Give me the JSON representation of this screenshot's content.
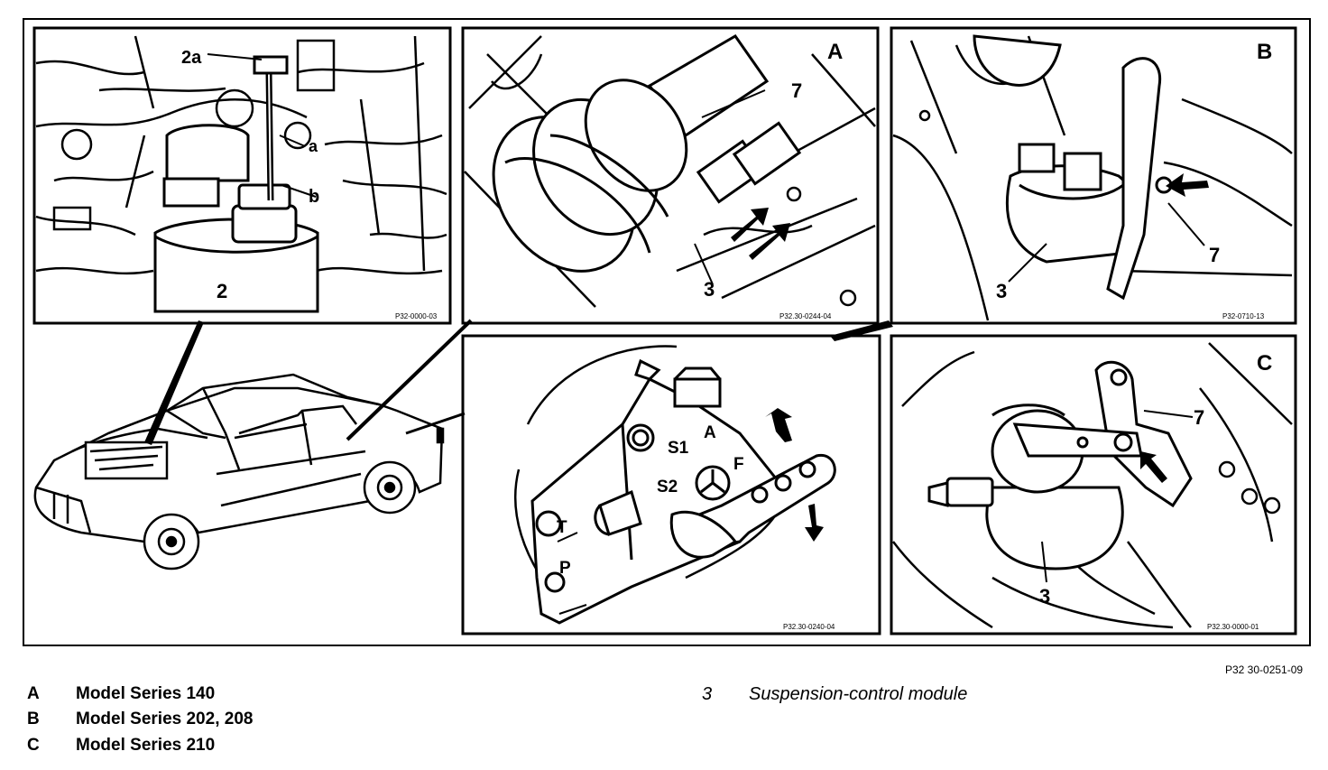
{
  "figure": {
    "id": "P32 30-0251-09",
    "panels": {
      "engine": {
        "labels": [
          "2a",
          "a",
          "b",
          "2"
        ],
        "code": "P32-0000-03"
      },
      "A": {
        "letter": "A",
        "labels": [
          "7",
          "3"
        ],
        "code": "P32.30-0244-04"
      },
      "B": {
        "letter": "B",
        "labels": [
          "7",
          "3"
        ],
        "code": "P32-0710-13"
      },
      "valve": {
        "ports": [
          "S1",
          "A",
          "F",
          "S2",
          "T",
          "P"
        ],
        "code": "P32.30-0240-04"
      },
      "C": {
        "letter": "C",
        "labels": [
          "7",
          "3"
        ],
        "code": "P32.30-0000-01"
      }
    }
  },
  "legend": {
    "left": [
      {
        "key": "A",
        "text": "Model Series 140"
      },
      {
        "key": "B",
        "text": "Model Series 202, 208"
      },
      {
        "key": "C",
        "text": "Model Series 210"
      }
    ],
    "right": [
      {
        "key": "3",
        "text": "Suspension-control module"
      }
    ]
  }
}
